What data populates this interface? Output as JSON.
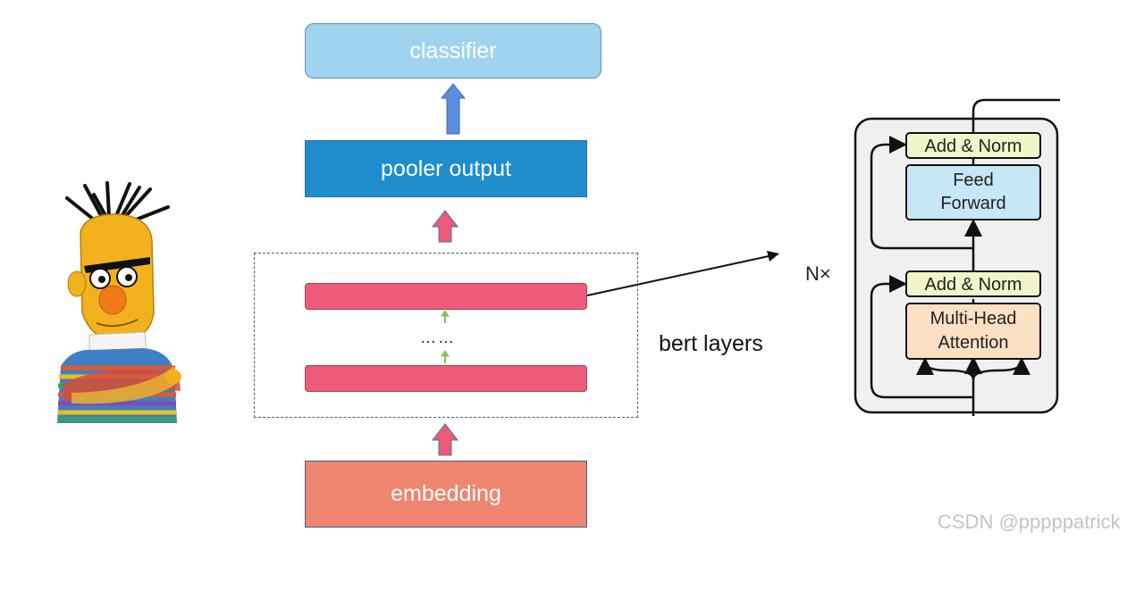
{
  "boxes": {
    "classifier": "classifier",
    "pooler": "pooler output",
    "embedding": "embedding"
  },
  "layers": {
    "dots": "……",
    "label": "bert layers"
  },
  "transformer": {
    "repeat_label": "N×",
    "add_norm_top": "Add & Norm",
    "feed_forward_line1": "Feed",
    "feed_forward_line2": "Forward",
    "add_norm_bottom": "Add & Norm",
    "attention_line1": "Multi-Head",
    "attention_line2": "Attention"
  },
  "watermark": "CSDN @pppppatrick",
  "colors": {
    "classifier": "#9fd3ee",
    "pooler": "#1f8dcc",
    "embedding": "#ef8670",
    "layer": "#ec5c78",
    "add_norm": "#f2f5c9",
    "feed_forward": "#c6e7f5",
    "attention": "#fce0c4"
  }
}
